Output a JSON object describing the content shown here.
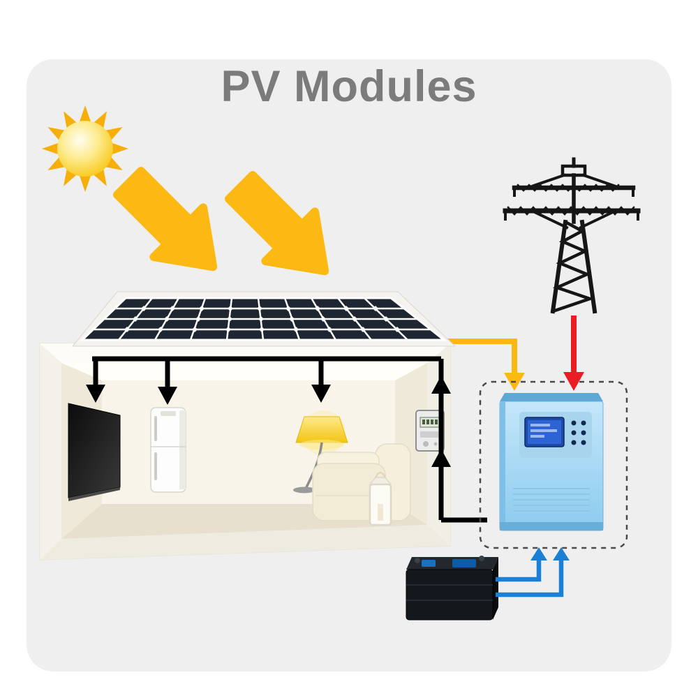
{
  "title": "PV Modules",
  "colors": {
    "page_background": "#ffffff",
    "card_background": "#efeff0",
    "title_text": "#7b7b7b",
    "sun_yellow": "#f6ae0b",
    "sunlight_arrow_yellow": "#fdb913",
    "pv_cell_dark": "#1d2631",
    "pv_grid_white": "#ffffff",
    "house_wall_cream": "#efe9da",
    "load_line_black": "#000000",
    "pv_feed_yellow": "#fcb712",
    "grid_feed_red": "#ea1d25",
    "inverter_blue": "#9fd3f0",
    "battery_black": "#14171b",
    "battery_feed_blue": "#1a7fd6"
  },
  "components": {
    "sun": "sun-icon",
    "sunlight_arrows": "sunlight-arrows",
    "pv_panel": "pv-module-array",
    "house": "house",
    "tv": "television",
    "refrigerator": "refrigerator",
    "floor_lamp": "floor-lamp",
    "sofa": "sofa",
    "lantern": "lantern",
    "energy_meter": "energy-meter",
    "grid_tower": "utility-grid-tower",
    "inverter": "hybrid-inverter",
    "battery": "battery",
    "pv_feed_arrow": "pv-to-inverter-arrow",
    "grid_feed_arrow": "grid-to-inverter-arrow",
    "battery_feed_arrows": "battery-to-inverter-arrows",
    "load_feed_arrows": "power-to-loads-arrows"
  }
}
